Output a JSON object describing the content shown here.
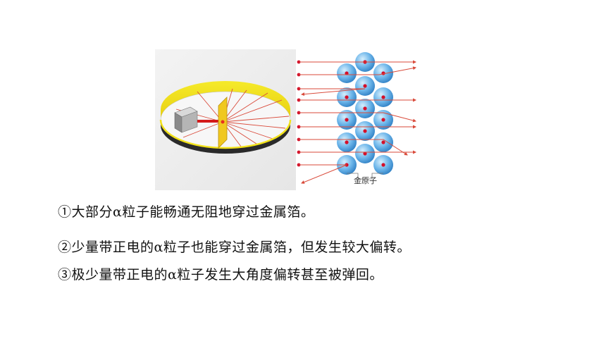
{
  "diagram": {
    "lattice_label": "金原子"
  },
  "observations": [
    "①大部分α粒子能畅通无阻地穿过金属箔。",
    "②少量带正电的α粒子也能穿过金属箔，但发生较大偏转。",
    "③极少量带正电的α粒子发生大角度偏转甚至被弹回。"
  ],
  "colors": {
    "screen_ring": "#f2e21a",
    "ray": "#d94a3a",
    "atom": "#5aa9e6",
    "nucleus": "#d4102a"
  }
}
